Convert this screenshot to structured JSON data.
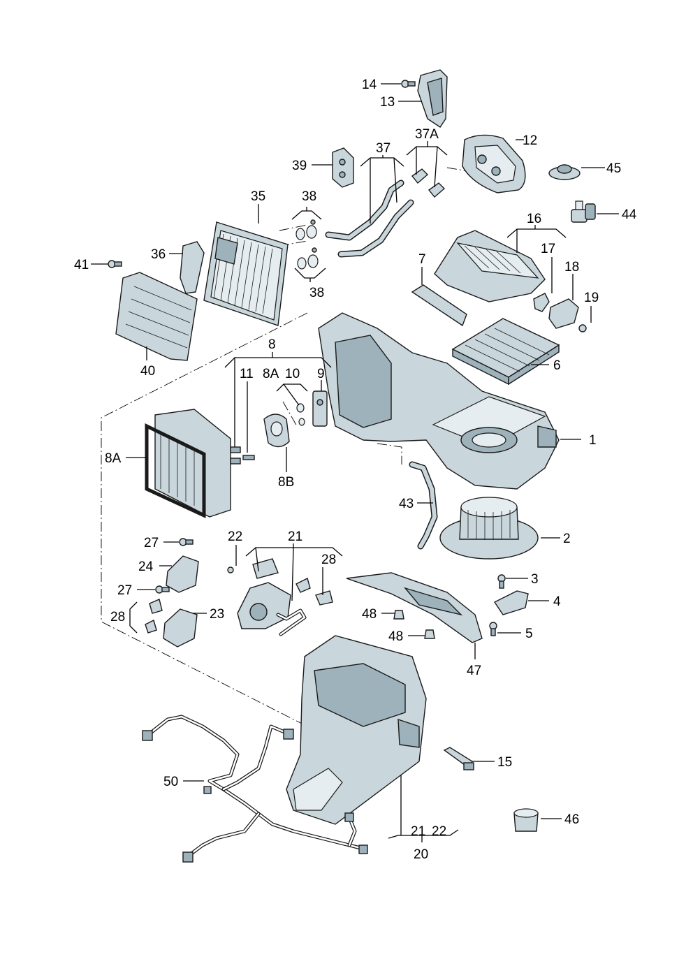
{
  "diagram": {
    "labels": {
      "p1": "1",
      "p2": "2",
      "p3": "3",
      "p4": "4",
      "p5": "5",
      "p6": "6",
      "p7": "7",
      "p8": "8",
      "p8a_top": "8A",
      "p8a_left": "8A",
      "p8b": "8B",
      "p9": "9",
      "p10": "10",
      "p11": "11",
      "p12": "12",
      "p13": "13",
      "p14": "14",
      "p15": "15",
      "p16": "16",
      "p17": "17",
      "p18": "18",
      "p19": "19",
      "p20": "20",
      "p21_top": "21",
      "p21_bottom": "21",
      "p22_top": "22",
      "p22_bottom": "22",
      "p23": "23",
      "p24": "24",
      "p27_top": "27",
      "p27_bottom": "27",
      "p28_left": "28",
      "p28_right": "28",
      "p35": "35",
      "p36": "36",
      "p37": "37",
      "p37a": "37A",
      "p38_top": "38",
      "p38_bottom": "38",
      "p39": "39",
      "p40": "40",
      "p41": "41",
      "p43": "43",
      "p44": "44",
      "p45": "45",
      "p46": "46",
      "p47": "47",
      "p48_top": "48",
      "p48_bottom": "48",
      "p50": "50"
    }
  }
}
